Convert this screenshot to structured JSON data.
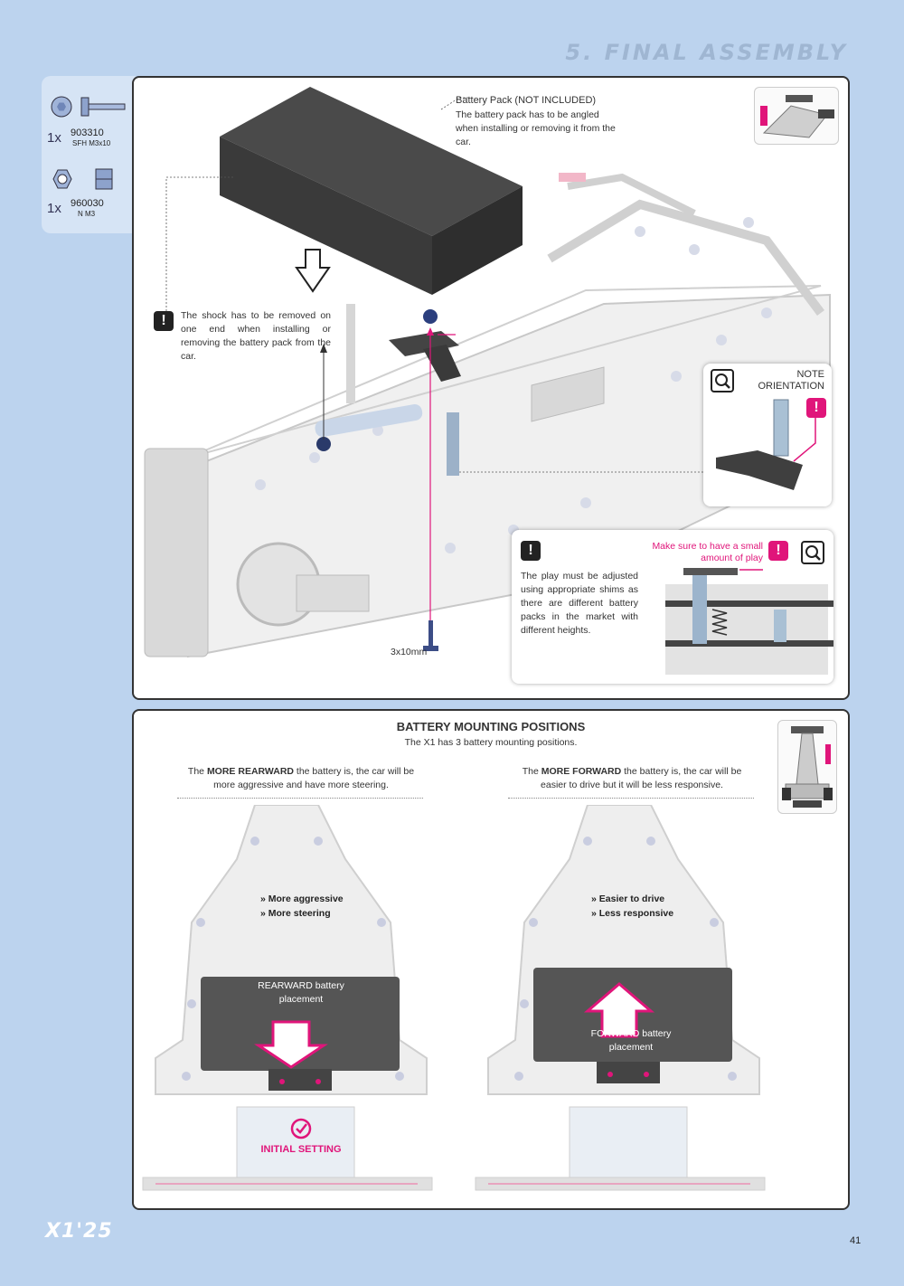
{
  "header": {
    "section": "5. FINAL ASSEMBLY"
  },
  "parts": [
    {
      "qty": "1x",
      "number": "903310",
      "desc": "SFH M3x10"
    },
    {
      "qty": "1x",
      "number": "960030",
      "desc": "N M3"
    }
  ],
  "top_panel": {
    "battery_title": "Battery Pack (NOT INCLUDED)",
    "battery_desc": "The battery pack has to be angled when installing or removing it from the car.",
    "shock_note": "The shock has to be  removed on one end when installing or removing the battery pack from the car.",
    "note_orientation": "NOTE ORIENTATION",
    "screw_label": "3x10mm",
    "play_note": "The play must be adjusted using appropriate shims as there are different battery packs in the market with different heights.",
    "small_play": "Make sure to have a small amount of play"
  },
  "bottom_panel": {
    "title": "BATTERY MOUNTING POSITIONS",
    "subtitle": "The X1 has 3 battery mounting positions.",
    "left_desc_pre": "The ",
    "left_desc_bold": "MORE REARWARD",
    "left_desc_post": " the battery is, the car will be more aggressive and have more steering.",
    "right_desc_pre": "The ",
    "right_desc_bold": "MORE FORWARD",
    "right_desc_post": " the battery is, the car will be easier to drive but it will be less responsive.",
    "left_bullets": [
      "» More aggressive",
      "» More steering"
    ],
    "right_bullets": [
      "» Easier to drive",
      "» Less responsive"
    ],
    "rearward_label": "REARWARD battery placement",
    "forward_label": "FORWARD battery placement",
    "initial_setting": "INITIAL SETTING"
  },
  "footer": {
    "logo": "X1'25",
    "page": "41"
  },
  "colors": {
    "accent": "#e0157a",
    "background": "#bcd3ee",
    "battery": "#555555"
  }
}
